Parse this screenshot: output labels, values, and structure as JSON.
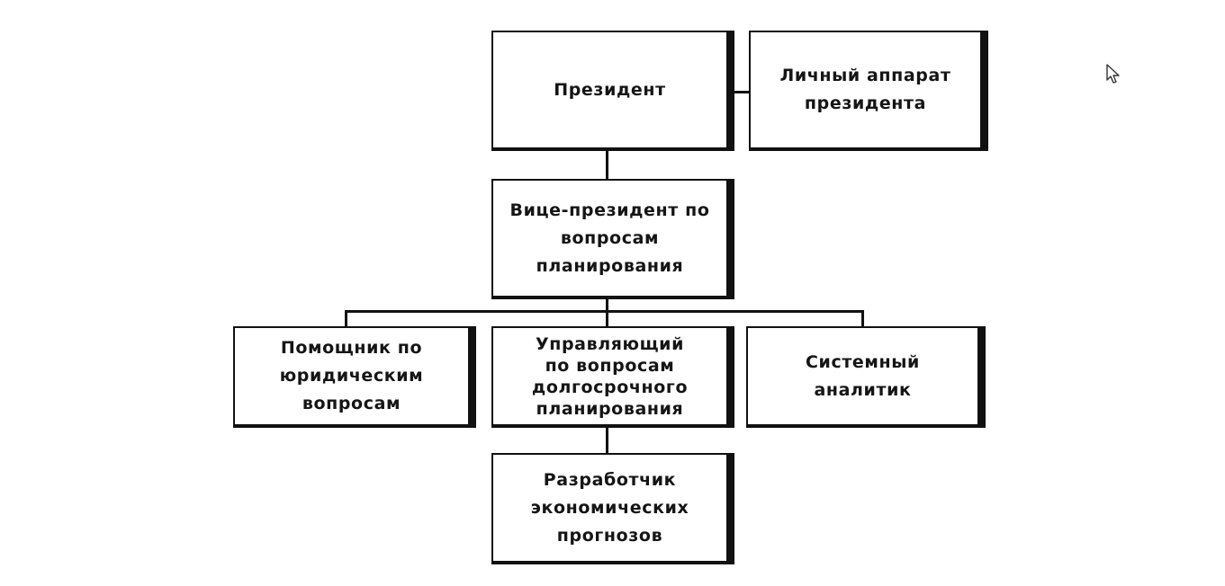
{
  "diagram": {
    "nodes": {
      "president": "Президент",
      "personal_staff": "Личный аппарат\nпрезидента",
      "vp_planning": "Вице-президент по\nвопросам\nпланирования",
      "legal_assistant": "Помощник по\nюридическим\nвопросам",
      "long_term_manager": "Управляющий\nпо вопросам\nдолгосрочного\nпланирования",
      "system_analyst": "Системный\nаналитик",
      "economic_forecaster": "Разработчик\nэкономических\nпрогнозов"
    },
    "edges": [
      [
        "president",
        "personal_staff"
      ],
      [
        "president",
        "vp_planning"
      ],
      [
        "vp_planning",
        "legal_assistant"
      ],
      [
        "vp_planning",
        "long_term_manager"
      ],
      [
        "vp_planning",
        "system_analyst"
      ],
      [
        "long_term_manager",
        "economic_forecaster"
      ]
    ]
  },
  "colors": {
    "line": "#111111",
    "background": "#ffffff"
  },
  "icons": {
    "cursor": "mouse-pointer-icon"
  }
}
